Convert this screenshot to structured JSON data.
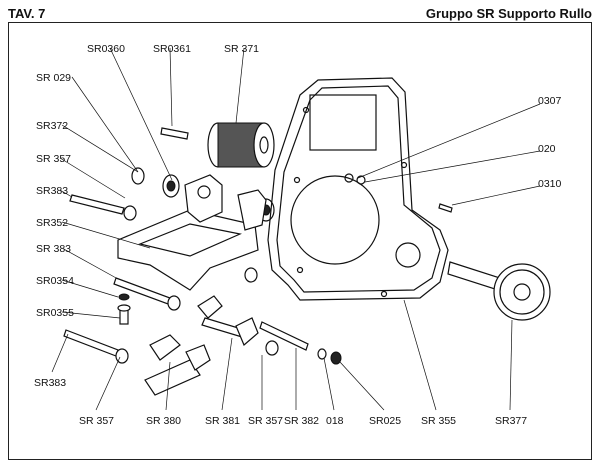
{
  "header": {
    "plate": "TAV. 7",
    "title": "Gruppo SR Supporto Rullo"
  },
  "callouts": [
    {
      "id": "sr0360",
      "text": "SR0360"
    },
    {
      "id": "sr0361",
      "text": "SR0361"
    },
    {
      "id": "sr371",
      "text": "SR 371"
    },
    {
      "id": "sr029",
      "text": "SR 029"
    },
    {
      "id": "sr372",
      "text": "SR372"
    },
    {
      "id": "sr357a",
      "text": "SR 357"
    },
    {
      "id": "sr383a",
      "text": "SR383"
    },
    {
      "id": "sr352",
      "text": "SR352"
    },
    {
      "id": "sr383b",
      "text": "SR 383"
    },
    {
      "id": "sr0354",
      "text": "SR0354"
    },
    {
      "id": "sr0355",
      "text": "SR0355"
    },
    {
      "id": "sr383c",
      "text": "SR383"
    },
    {
      "id": "sr357b",
      "text": "SR 357"
    },
    {
      "id": "sr380",
      "text": "SR 380"
    },
    {
      "id": "sr381",
      "text": "SR 381"
    },
    {
      "id": "sr357c",
      "text": "SR 357"
    },
    {
      "id": "sr382",
      "text": "SR 382"
    },
    {
      "id": "n018",
      "text": "018"
    },
    {
      "id": "sr025",
      "text": "SR025"
    },
    {
      "id": "sr355",
      "text": "SR 355"
    },
    {
      "id": "sr377",
      "text": "SR377"
    },
    {
      "id": "n0307",
      "text": "0307"
    },
    {
      "id": "n020",
      "text": "020"
    },
    {
      "id": "n0310",
      "text": "0310"
    }
  ]
}
